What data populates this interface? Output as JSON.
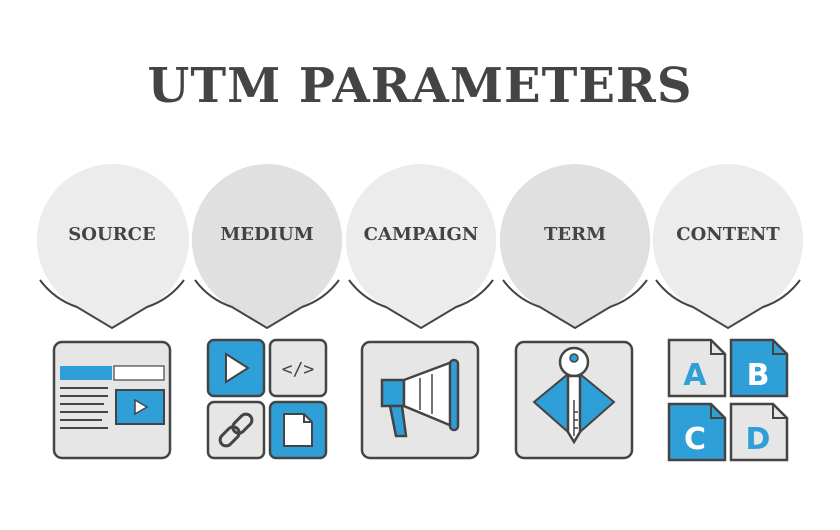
{
  "title": "UTM PARAMETERS",
  "parameters": [
    {
      "label": "SOURCE",
      "icon": "webpage-icon"
    },
    {
      "label": "MEDIUM",
      "icon": "media-types-icon"
    },
    {
      "label": "CAMPAIGN",
      "icon": "megaphone-icon"
    },
    {
      "label": "TERM",
      "icon": "key-icon"
    },
    {
      "label": "CONTENT",
      "icon": "abcd-variants-icon"
    }
  ],
  "variant_letters": [
    "A",
    "B",
    "C",
    "D"
  ],
  "colors": {
    "accent": "#2f9fd8",
    "outline": "#444444",
    "box_fill": "#e6e6e6",
    "bubble_light": "#ececec",
    "bubble_dark": "#e0e0e0",
    "text": "#444444"
  }
}
